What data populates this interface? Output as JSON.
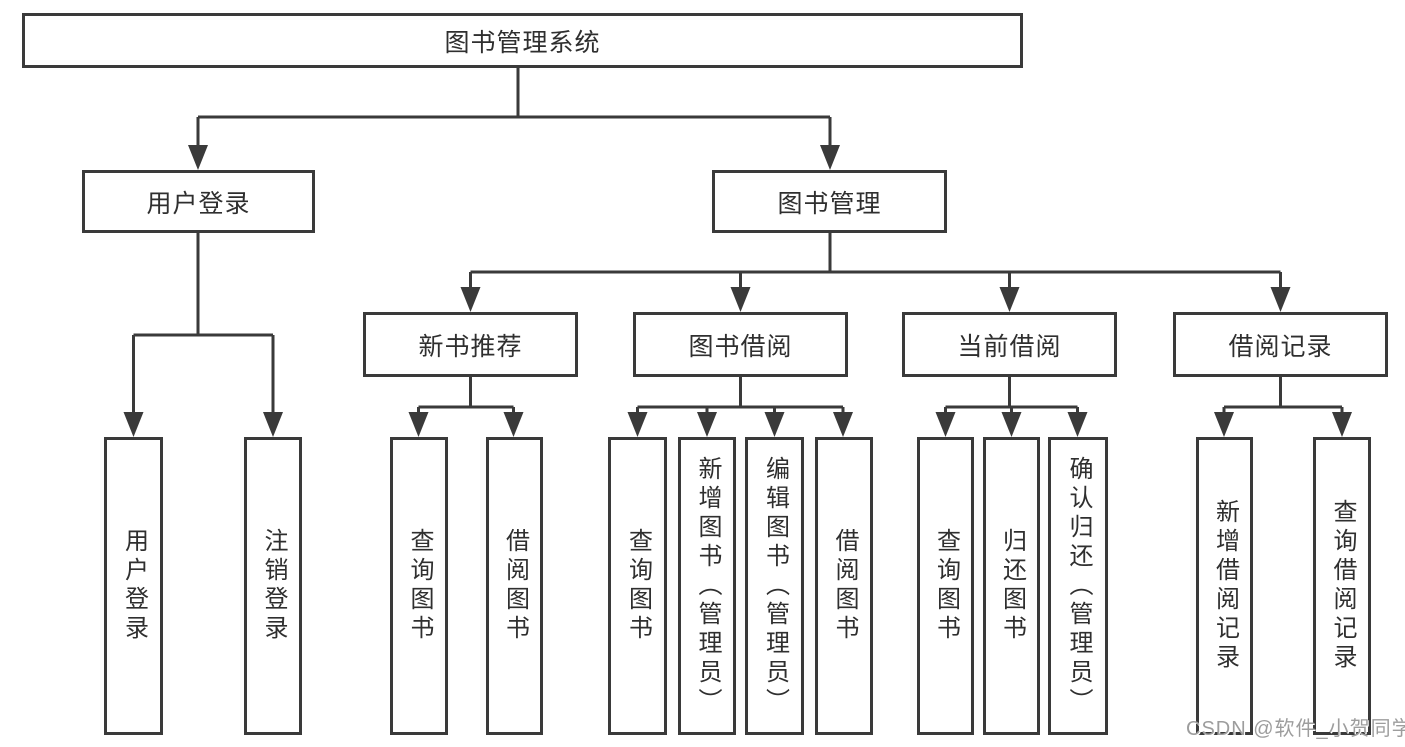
{
  "title": "图书管理系统",
  "colors": {
    "line": "#3a3a3a",
    "text": "#2f2f2f",
    "watermark": "#9d9d9d",
    "background": "#ffffff"
  },
  "tree": {
    "root": {
      "label": "图书管理系统",
      "children": [
        {
          "label": "用户登录",
          "children": [
            {
              "label": "用户登录"
            },
            {
              "label": "注销登录"
            }
          ]
        },
        {
          "label": "图书管理",
          "children": [
            {
              "label": "新书推荐",
              "children": [
                {
                  "label": "查询图书"
                },
                {
                  "label": "借阅图书"
                }
              ]
            },
            {
              "label": "图书借阅",
              "children": [
                {
                  "label": "查询图书"
                },
                {
                  "label": "新增图书（管理员）"
                },
                {
                  "label": "编辑图书（管理员）"
                },
                {
                  "label": "借阅图书"
                }
              ]
            },
            {
              "label": "当前借阅",
              "children": [
                {
                  "label": "查询图书"
                },
                {
                  "label": "归还图书"
                },
                {
                  "label": "确认归还（管理员）"
                }
              ]
            },
            {
              "label": "借阅记录",
              "children": [
                {
                  "label": "新增借阅记录"
                },
                {
                  "label": "查询借阅记录"
                }
              ]
            }
          ]
        }
      ]
    }
  },
  "watermark": {
    "text": "CSDN @软件_小贺同学"
  }
}
